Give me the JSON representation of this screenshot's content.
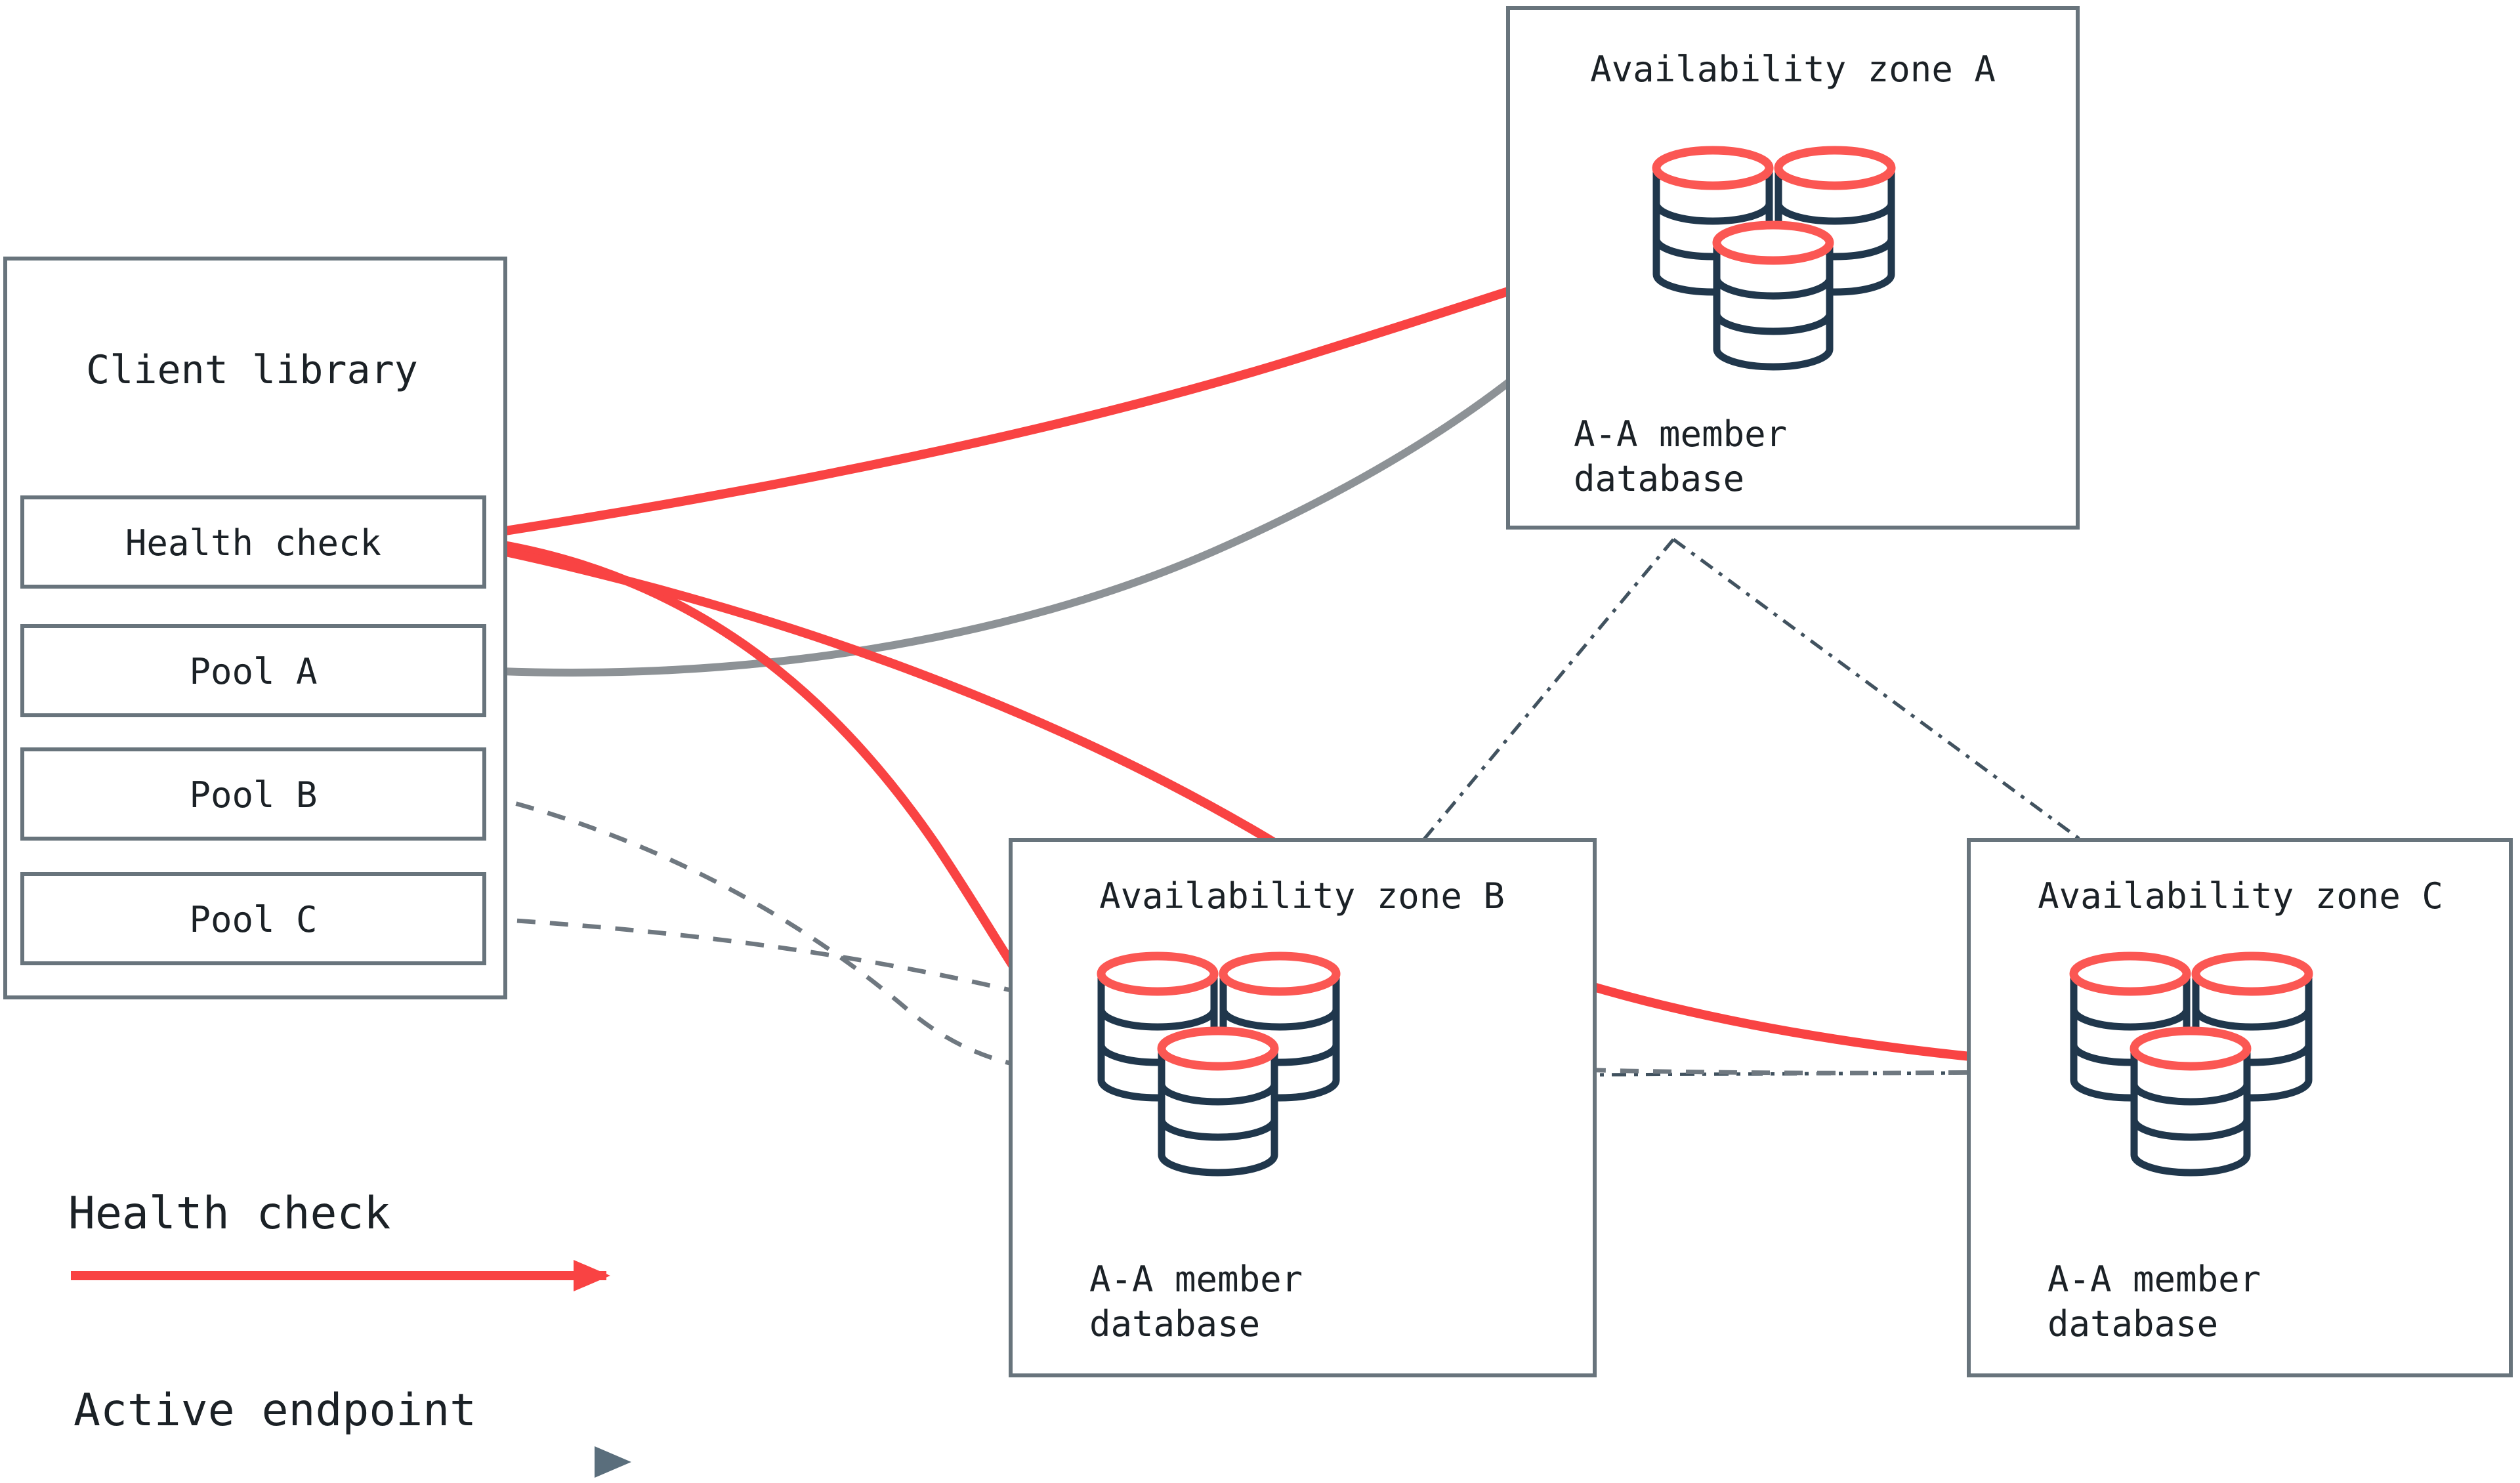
{
  "client_library": {
    "title": "Client library",
    "items": [
      {
        "label": "Health check"
      },
      {
        "label": "Pool A"
      },
      {
        "label": "Pool B"
      },
      {
        "label": "Pool C"
      }
    ]
  },
  "zones": [
    {
      "title": "Availability zone A",
      "db_label": [
        "A-A member",
        "database"
      ]
    },
    {
      "title": "Availability zone B",
      "db_label": [
        "A-A member",
        "database"
      ]
    },
    {
      "title": "Availability zone C",
      "db_label": [
        "A-A member",
        "database"
      ]
    }
  ],
  "legend": [
    {
      "label": "Health check",
      "line_style": "red-solid-arrow"
    },
    {
      "label": "Active endpoint",
      "line_style": "gray-gradient-arrow"
    }
  ],
  "connections": [
    {
      "from": "Health check",
      "to": "Availability zone A",
      "type": "health-check"
    },
    {
      "from": "Health check",
      "to": "Availability zone B",
      "type": "health-check"
    },
    {
      "from": "Health check",
      "to": "Availability zone C",
      "type": "health-check"
    },
    {
      "from": "Pool A",
      "to": "Availability zone A",
      "type": "active-endpoint"
    },
    {
      "from": "Pool B",
      "to": "Availability zone B",
      "type": "pool-endpoint-dashed"
    },
    {
      "from": "Pool C",
      "to": "Availability zone C",
      "type": "pool-endpoint-dashed"
    },
    {
      "from": "Availability zone A",
      "to": "Availability zone B",
      "type": "replication-dash-dot"
    },
    {
      "from": "Availability zone A",
      "to": "Availability zone C",
      "type": "replication-dash-dot"
    },
    {
      "from": "Availability zone B",
      "to": "Availability zone C",
      "type": "replication-dash-dot"
    }
  ],
  "colors": {
    "health_check_red": "#f94343",
    "database_icon_red": "#fb5753",
    "database_icon_navy": "#20374c",
    "box_border_slate": "#68747c",
    "active_endpoint_gray": "#8d9296",
    "legend_arrow_slate": "#5a6e7c",
    "dashed_gray": "#6f7880",
    "replication_slate": "#41525f",
    "text_dark": "#1b2126"
  }
}
